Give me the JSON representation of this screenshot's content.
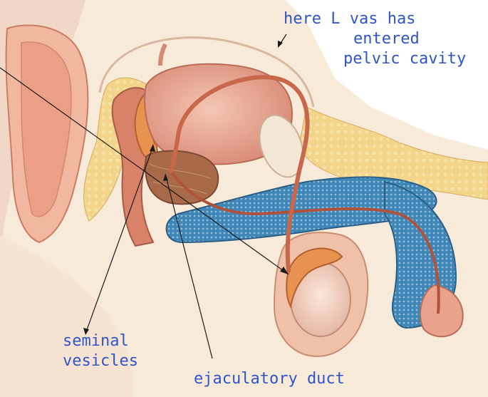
{
  "figure": {
    "subject": "male reproductive anatomy, sagittal section",
    "label_color": "#2f55c8",
    "leader_color": "#1a1a1a"
  },
  "labels": {
    "pelvic_note_line1": "here L vas has",
    "pelvic_note_line2": "entered",
    "pelvic_note_line3": "pelvic cavity",
    "seminal_line1": "seminal",
    "seminal_line2": "vesicles",
    "ejaculatory": "ejaculatory duct"
  }
}
